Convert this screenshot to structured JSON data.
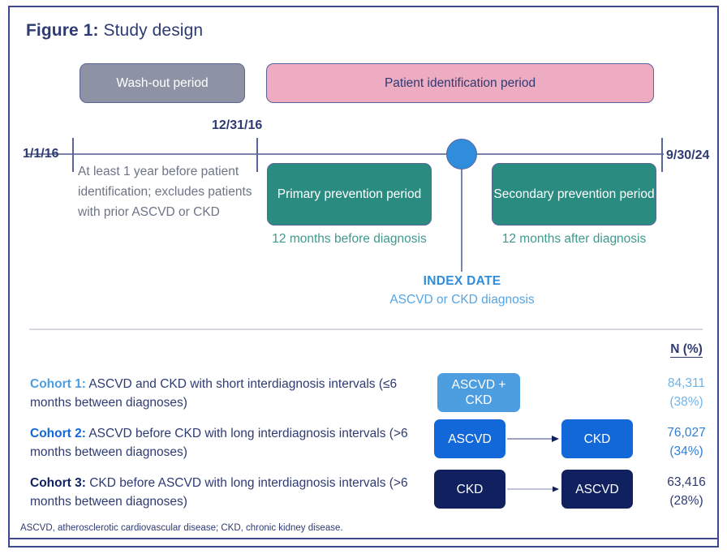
{
  "figure": {
    "title_strong": "Figure 1:",
    "title_rest": " Study design",
    "footnote": "ASCVD, atherosclerotic cardiovascular disease; CKD, chronic kidney disease."
  },
  "timeline": {
    "washout_banner": "Wash-out period",
    "patient_id_banner": "Patient identification period",
    "date_start": "1/1/16",
    "date_mid": "12/31/16",
    "date_end": "9/30/24",
    "washout_description": "At least 1 year before patient identification; excludes patients with prior ASCVD or CKD",
    "primary_box": "Primary prevention period",
    "secondary_box": "Secondary prevention period",
    "primary_caption": "12 months before diagnosis",
    "secondary_caption": "12 months after diagnosis",
    "index_title": "INDEX DATE",
    "index_subtitle": "ASCVD or CKD diagnosis"
  },
  "cohorts": {
    "n_header": "N (%)",
    "rows": [
      {
        "lead": "Cohort 1:",
        "description": " ASCVD and CKD with short interdiagnosis intervals (≤6 months between diagnoses)",
        "tag_a": "ASCVD + CKD",
        "tag_b": "",
        "n": "84,311",
        "pct": "(38%)",
        "color": "#4d9ee0"
      },
      {
        "lead": "Cohort 2:",
        "description": " ASCVD before CKD with long interdiagnosis intervals (>6 months between diagnoses)",
        "tag_a": "ASCVD",
        "tag_b": "CKD",
        "n": "76,027",
        "pct": "(34%)",
        "color": "#1268d8"
      },
      {
        "lead": "Cohort 3:",
        "description": " CKD before ASCVD with long interdiagnosis intervals (>6 months between diagnoses)",
        "tag_a": "CKD",
        "tag_b": "ASCVD",
        "n": "63,416",
        "pct": "(28%)",
        "color": "#11205e"
      }
    ]
  },
  "colors": {
    "frame": "#3c4a8c",
    "navy_text": "#2e3b73",
    "washout_gray": "#8d93a4",
    "patient_pink": "#eeacc2",
    "teal": "#2a8c80",
    "teal_caption": "#3f9a8d",
    "index_blue": "#2f8ddb",
    "divider": "#d6d8df"
  }
}
